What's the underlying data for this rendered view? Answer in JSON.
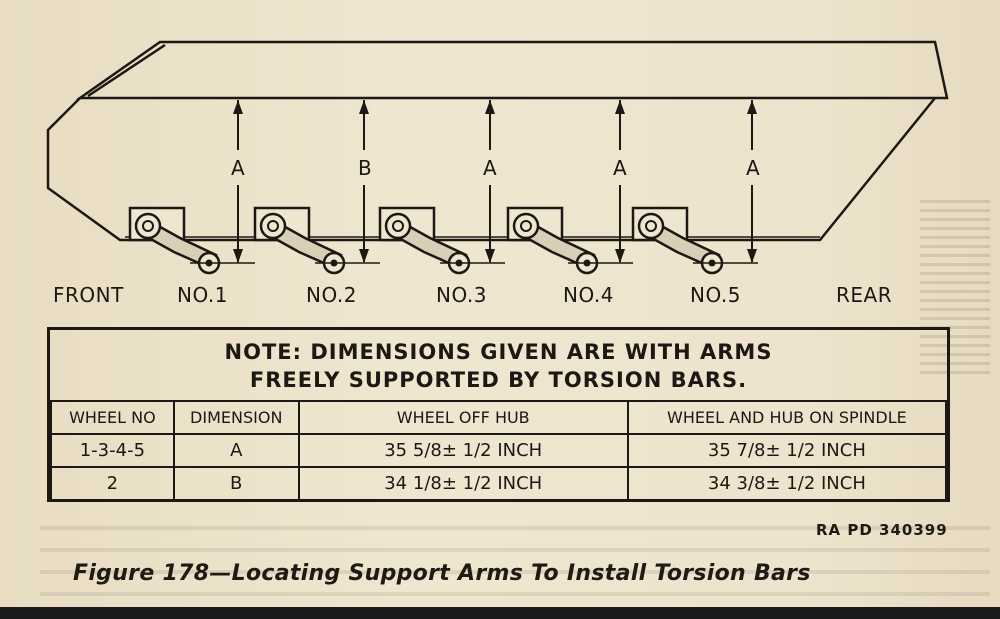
{
  "figure": {
    "dimension_letters": [
      "A",
      "B",
      "A",
      "A",
      "A"
    ],
    "positions": {
      "front": "FRONT",
      "wheels": [
        "NO.1",
        "NO.2",
        "NO.3",
        "NO.4",
        "NO.5"
      ],
      "rear": "REAR"
    }
  },
  "note": {
    "line1": "NOTE: DIMENSIONS GIVEN ARE WITH ARMS",
    "line2": "FREELY SUPPORTED BY TORSION BARS."
  },
  "table": {
    "headers": [
      "WHEEL NO",
      "DIMENSION",
      "WHEEL  OFF  HUB",
      "WHEEL AND HUB ON SPINDLE"
    ],
    "rows": [
      [
        "1-3-4-5",
        "A",
        "35 5/8± 1/2 INCH",
        "35 7/8± 1/2 INCH"
      ],
      [
        "2",
        "B",
        "34 1/8± 1/2 INCH",
        "34 3/8± 1/2 INCH"
      ]
    ]
  },
  "reference": "RA  PD  340399",
  "caption": "Figure 178—Locating Support Arms To Install Torsion Bars"
}
